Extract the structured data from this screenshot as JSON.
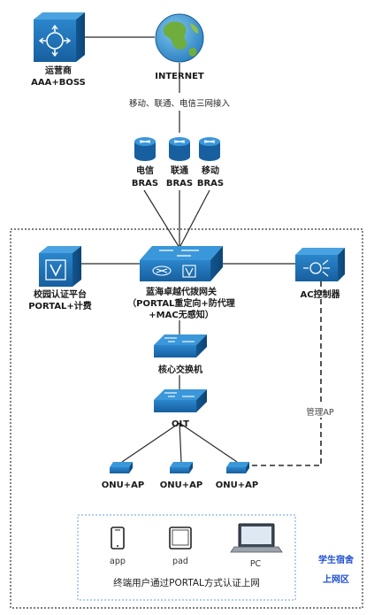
{
  "nodes": {
    "operator": {
      "line1": "运营商",
      "line2": "AAA+BOSS"
    },
    "internet": {
      "label": "INTERNET",
      "access": "移动、联通、电信三网接入"
    },
    "bras_telecom": {
      "line1": "电信",
      "line2": "BRAS"
    },
    "bras_unicom": {
      "line1": "联通",
      "line2": "BRAS"
    },
    "bras_mobile": {
      "line1": "移动",
      "line2": "BRAS"
    },
    "campus_auth": {
      "line1": "校园认证平台",
      "line2": "PORTAL+计费"
    },
    "gateway": {
      "line1": "蓝海卓越代拨网关",
      "line2": "（PORTAL重定向+防代理",
      "line3": "+MAC无感知）"
    },
    "ac": {
      "label": "AC控制器"
    },
    "core_switch": {
      "label": "核心交换机"
    },
    "olt": {
      "label": "OLT"
    },
    "onu1": {
      "label": "ONU+AP"
    },
    "onu2": {
      "label": "ONU+AP"
    },
    "onu3": {
      "label": "ONU+AP"
    }
  },
  "links": {
    "manage_ap": "管理AP"
  },
  "terminals": {
    "app": "app",
    "pad": "pad",
    "pc": "PC",
    "caption": "终端用户通过PORTAL方式认证上网"
  },
  "zone": {
    "line1": "学生宿舍",
    "line2": "上网区"
  },
  "colors": {
    "device": "#1e6fb0",
    "device_dark": "#0f4f86",
    "zone_text": "#1f4fd1",
    "frame": "#333333",
    "terminal_frame": "#6a9fd6"
  }
}
